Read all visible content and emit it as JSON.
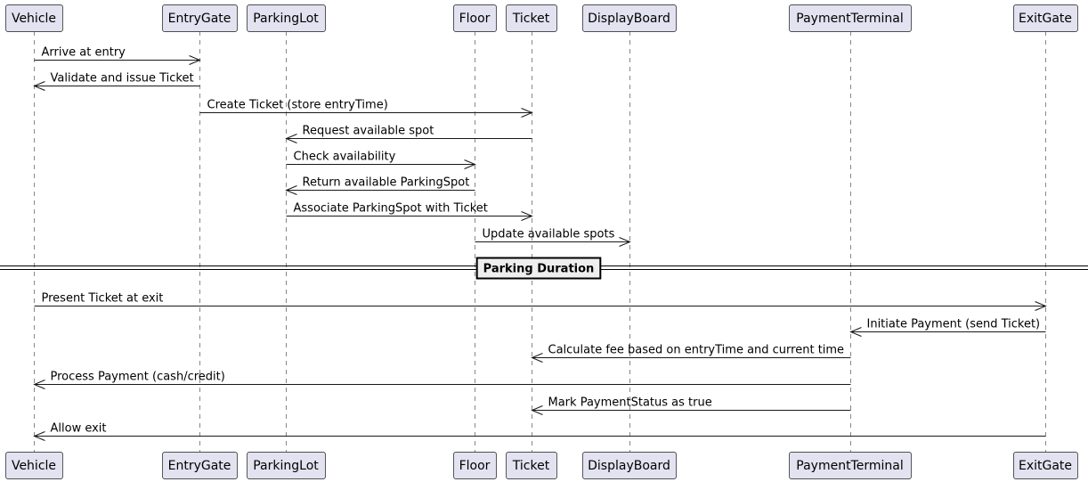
{
  "participants": [
    {
      "id": "vehicle",
      "label": "Vehicle"
    },
    {
      "id": "entrygate",
      "label": "EntryGate"
    },
    {
      "id": "parkinglot",
      "label": "ParkingLot"
    },
    {
      "id": "floor",
      "label": "Floor"
    },
    {
      "id": "ticket",
      "label": "Ticket"
    },
    {
      "id": "displayboard",
      "label": "DisplayBoard"
    },
    {
      "id": "paymentterminal",
      "label": "PaymentTerminal"
    },
    {
      "id": "exitgate",
      "label": "ExitGate"
    }
  ],
  "messages": [
    {
      "from": "vehicle",
      "to": "entrygate",
      "label": "Arrive at entry"
    },
    {
      "from": "entrygate",
      "to": "vehicle",
      "label": "Validate and issue Ticket"
    },
    {
      "from": "entrygate",
      "to": "ticket",
      "label": "Create Ticket (store entryTime)"
    },
    {
      "from": "ticket",
      "to": "parkinglot",
      "label": "Request available spot"
    },
    {
      "from": "parkinglot",
      "to": "floor",
      "label": "Check availability"
    },
    {
      "from": "floor",
      "to": "parkinglot",
      "label": "Return available ParkingSpot"
    },
    {
      "from": "parkinglot",
      "to": "ticket",
      "label": "Associate ParkingSpot with Ticket"
    },
    {
      "from": "floor",
      "to": "displayboard",
      "label": "Update available spots"
    },
    {
      "divider": "Parking Duration"
    },
    {
      "from": "vehicle",
      "to": "exitgate",
      "label": "Present Ticket at exit"
    },
    {
      "from": "exitgate",
      "to": "paymentterminal",
      "label": "Initiate Payment (send Ticket)"
    },
    {
      "from": "paymentterminal",
      "to": "ticket",
      "label": "Calculate fee based on entryTime and current time"
    },
    {
      "from": "paymentterminal",
      "to": "vehicle",
      "label": "Process Payment (cash/credit)"
    },
    {
      "from": "paymentterminal",
      "to": "ticket",
      "label": "Mark PaymentStatus as true"
    },
    {
      "from": "exitgate",
      "to": "vehicle",
      "label": "Allow exit"
    }
  ]
}
